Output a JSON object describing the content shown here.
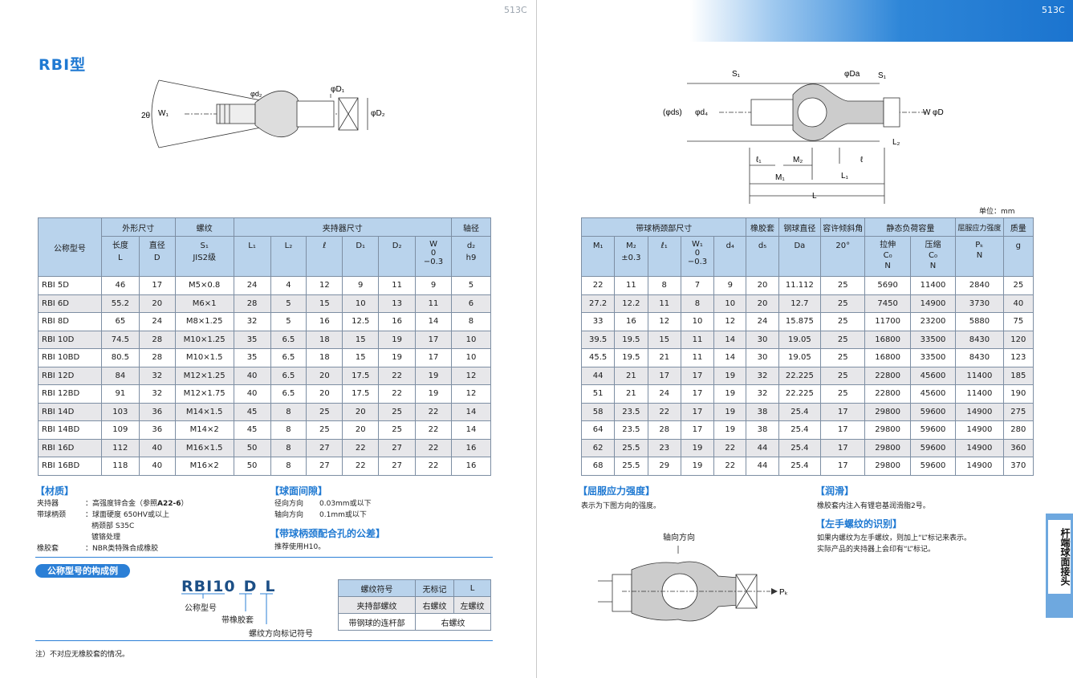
{
  "page": {
    "left_number": "513C",
    "right_number": "513C"
  },
  "title": "RBI型",
  "unit": "单位：mm",
  "diagram_left": {
    "angle": "2θ",
    "w1": "W₁",
    "d2s": "φd₂",
    "d1": "φD₁",
    "d2": "φD₂"
  },
  "diagram_right": {
    "s1a": "S₁",
    "da": "φDa",
    "s1b": "S₁",
    "ds": "(φds)",
    "d4": "φd₄",
    "w": "W",
    "d": "φD",
    "l2": "L₂",
    "l1s": "ℓ₁",
    "m2": "M₂",
    "l": "ℓ",
    "m1": "M₁",
    "L1": "L₁",
    "L": "L"
  },
  "table": {
    "group_headers": {
      "model": "公称型号",
      "outer": "外形尺寸",
      "thread": "螺纹",
      "holder": "夹持器尺寸",
      "axis": "轴径",
      "shank": "带球柄颈部尺寸",
      "rubber": "橡胶套",
      "ball": "钢球直径",
      "tilt": "容许倾斜角",
      "load": "静态负荷容量",
      "yield": "屈服应力强度",
      "mass": "质量"
    },
    "sub_headers": {
      "len": "长度\nL",
      "dia": "直径\nD",
      "s1": "S₁\nJIS2级",
      "L1": "L₁",
      "L2": "L₂",
      "l": "ℓ",
      "D1": "D₁",
      "D2": "D₂",
      "W": "W\n0\n−0.3",
      "d2": "d₂\nh9",
      "M1": "M₁",
      "M2": "M₂\n±0.3",
      "l1": "ℓ₁",
      "W1": "W₁\n0\n−0.3",
      "d4": "d₄",
      "d5": "d₅",
      "Da": "Da",
      "ang": "20°",
      "ten": "拉伸\nC₀\nN",
      "com": "压缩\nC₀\nN",
      "P": "Pₖ\nN",
      "g": "g"
    },
    "rows": [
      [
        "RBI 5D",
        "46",
        "17",
        "M5×0.8",
        "24",
        "4",
        "12",
        "9",
        "11",
        "9",
        "5",
        "22",
        "11",
        "8",
        "7",
        "9",
        "20",
        "11.112",
        "25",
        "5690",
        "11400",
        "2840",
        "25"
      ],
      [
        "RBI 6D",
        "55.2",
        "20",
        "M6×1",
        "28",
        "5",
        "15",
        "10",
        "13",
        "11",
        "6",
        "27.2",
        "12.2",
        "11",
        "8",
        "10",
        "20",
        "12.7",
        "25",
        "7450",
        "14900",
        "3730",
        "40"
      ],
      [
        "RBI 8D",
        "65",
        "24",
        "M8×1.25",
        "32",
        "5",
        "16",
        "12.5",
        "16",
        "14",
        "8",
        "33",
        "16",
        "12",
        "10",
        "12",
        "24",
        "15.875",
        "25",
        "11700",
        "23200",
        "5880",
        "75"
      ],
      [
        "RBI 10D",
        "74.5",
        "28",
        "M10×1.25",
        "35",
        "6.5",
        "18",
        "15",
        "19",
        "17",
        "10",
        "39.5",
        "19.5",
        "15",
        "11",
        "14",
        "30",
        "19.05",
        "25",
        "16800",
        "33500",
        "8430",
        "120"
      ],
      [
        "RBI 10BD",
        "80.5",
        "28",
        "M10×1.5",
        "35",
        "6.5",
        "18",
        "15",
        "19",
        "17",
        "10",
        "45.5",
        "19.5",
        "21",
        "11",
        "14",
        "30",
        "19.05",
        "25",
        "16800",
        "33500",
        "8430",
        "123"
      ],
      [
        "RBI 12D",
        "84",
        "32",
        "M12×1.25",
        "40",
        "6.5",
        "20",
        "17.5",
        "22",
        "19",
        "12",
        "44",
        "21",
        "17",
        "17",
        "19",
        "32",
        "22.225",
        "25",
        "22800",
        "45600",
        "11400",
        "185"
      ],
      [
        "RBI 12BD",
        "91",
        "32",
        "M12×1.75",
        "40",
        "6.5",
        "20",
        "17.5",
        "22",
        "19",
        "12",
        "51",
        "21",
        "24",
        "17",
        "19",
        "32",
        "22.225",
        "25",
        "22800",
        "45600",
        "11400",
        "190"
      ],
      [
        "RBI 14D",
        "103",
        "36",
        "M14×1.5",
        "45",
        "8",
        "25",
        "20",
        "25",
        "22",
        "14",
        "58",
        "23.5",
        "22",
        "17",
        "19",
        "38",
        "25.4",
        "17",
        "29800",
        "59600",
        "14900",
        "275"
      ],
      [
        "RBI 14BD",
        "109",
        "36",
        "M14×2",
        "45",
        "8",
        "25",
        "20",
        "25",
        "22",
        "14",
        "64",
        "23.5",
        "28",
        "17",
        "19",
        "38",
        "25.4",
        "17",
        "29800",
        "59600",
        "14900",
        "280"
      ],
      [
        "RBI 16D",
        "112",
        "40",
        "M16×1.5",
        "50",
        "8",
        "27",
        "22",
        "27",
        "22",
        "16",
        "62",
        "25.5",
        "23",
        "19",
        "22",
        "44",
        "25.4",
        "17",
        "29800",
        "59600",
        "14900",
        "360"
      ],
      [
        "RBI 16BD",
        "118",
        "40",
        "M16×2",
        "50",
        "8",
        "27",
        "22",
        "27",
        "22",
        "16",
        "68",
        "25.5",
        "29",
        "19",
        "22",
        "44",
        "25.4",
        "17",
        "29800",
        "59600",
        "14900",
        "370"
      ]
    ]
  },
  "material": {
    "title": "【材质】",
    "holder_k": "夹持器",
    "holder_v": "：高强度锌合金（参照",
    "holder_ref": "A22-6",
    "holder_end": "）",
    "shank_k": "带球柄颈",
    "shank_v1": "：球面硬度 650HV或以上",
    "shank_v2": "柄颈部 S35C",
    "shank_v3": "镀铬处理",
    "rubber_k": "橡胶套",
    "rubber_v": "：NBR类特殊合成橡胶"
  },
  "clearance": {
    "title": "【球面间隙】",
    "r_k": "径向方向",
    "r_v": "0.03mm或以下",
    "a_k": "轴向方向",
    "a_v": "0.1mm或以下"
  },
  "fit": {
    "title": "【带球柄颈配合孔的公差】",
    "text": "推荐使用H10。"
  },
  "yield_sec": {
    "title": "【屈服应力强度】",
    "text": "表示为下图方向的强度。",
    "axial": "轴向方向",
    "pk": "Pₖ"
  },
  "lube": {
    "title": "【润滑】",
    "text": "橡胶套内注入有锂皂基润滑脂2号。"
  },
  "lefthand": {
    "title": "【左手螺纹的识别】",
    "t1": "如果内螺纹为左手螺纹，则加上“L”标记来表示。",
    "t2": "实际产品的夹持器上会印有“L”标记。"
  },
  "example": {
    "pill": "公称型号的构成例",
    "c1": "RBI10",
    "c2": "D",
    "c3": "L",
    "lab1": "公称型号",
    "lab2": "带橡胶套",
    "lab3": "螺纹方向标记符号",
    "t_h1": "螺纹符号",
    "t_h2": "无标记",
    "t_h3": "L",
    "t_r1a": "夹持部螺纹",
    "t_r1b": "右螺纹",
    "t_r1c": "左螺纹",
    "t_r2a": "带钢球的连杆部",
    "t_r2b": "右螺纹"
  },
  "note": "注）不对应无橡胶套的情况。",
  "side_tab": "杆端球面接头"
}
